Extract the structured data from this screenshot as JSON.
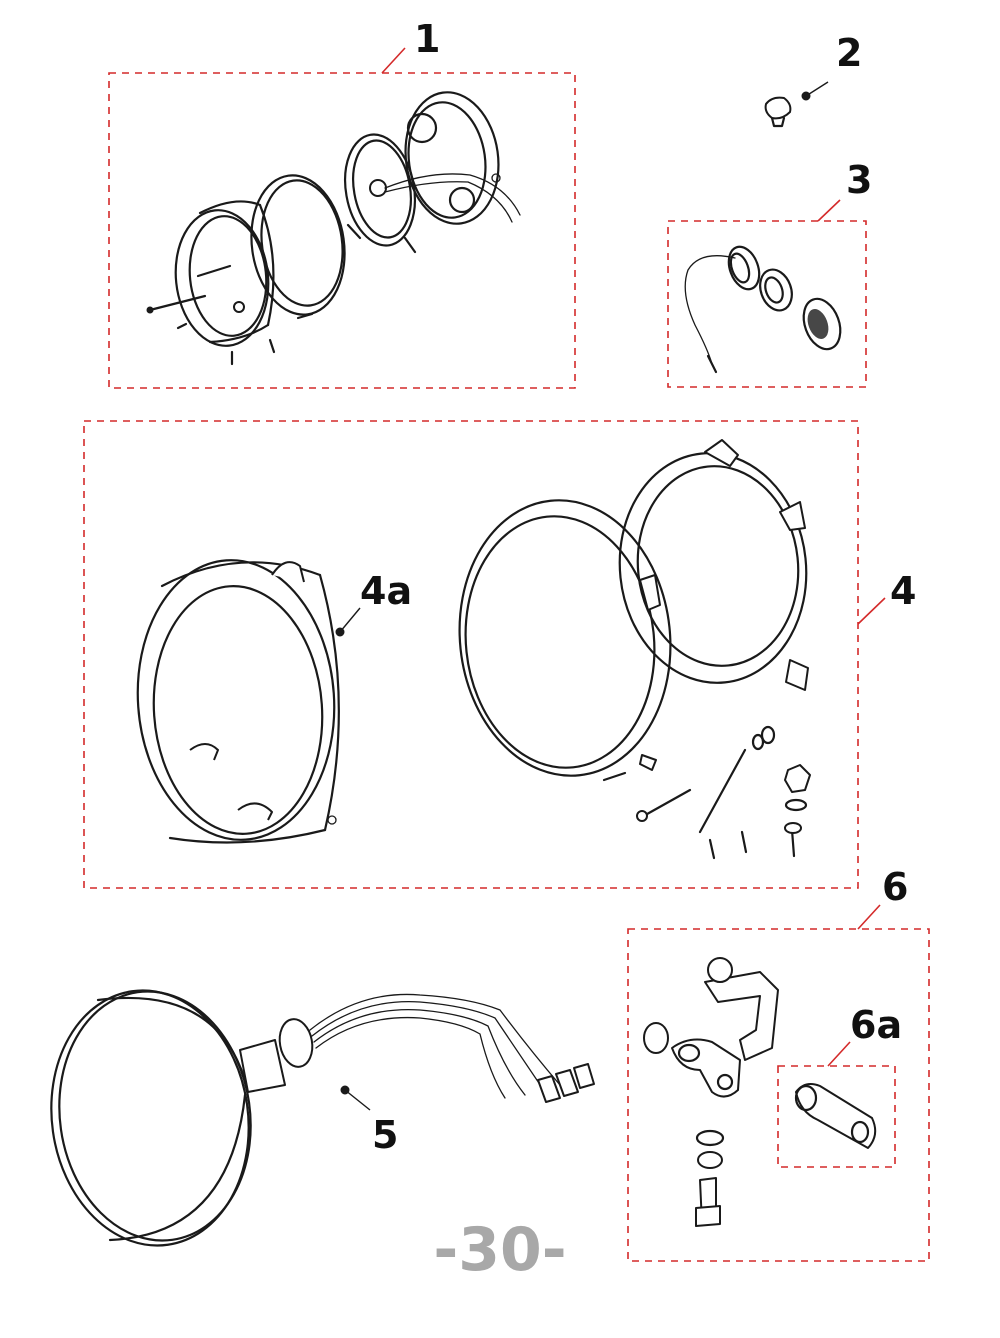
{
  "page_number": "-30-",
  "callouts": {
    "c1": "1",
    "c2": "2",
    "c3": "3",
    "c4": "4",
    "c4a": "4a",
    "c5": "5",
    "c6": "6",
    "c6a": "6a"
  },
  "colors": {
    "group_box": "#d42a2a",
    "line_art": "#1a1a1a",
    "page_number": "#a8a8a8"
  }
}
